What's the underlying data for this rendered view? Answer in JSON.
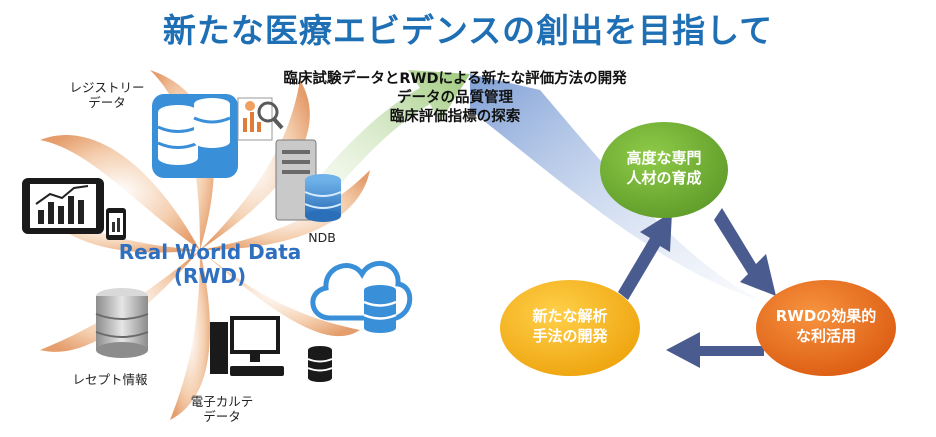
{
  "title": "新たな医療エビデンスの創出を目指して",
  "center_items": [
    "臨床試験データとRWDによる新たな評価方法の開発",
    "データの品質管理",
    "臨床評価指標の探索"
  ],
  "left": {
    "registry_line1": "レジストリー",
    "registry_line2": "データ",
    "ndb": "NDB",
    "rwd_line1": "Real World Data",
    "rwd_line2": "(RWD)",
    "receipt": "レセプト情報",
    "emr_line1": "電子カルテ",
    "emr_line2": "データ"
  },
  "cycle": {
    "top_line1": "高度な専門",
    "top_line2": "人材の育成",
    "left_line1": "新たな解析",
    "left_line2": "手法の開発",
    "right_line1": "RWDの効果的",
    "right_line2": "な利活用"
  },
  "colors": {
    "title": "#1f6fb5",
    "swirl": "#e8a978",
    "top_circle": "#7cb83a",
    "left_circle": "#f2b51a",
    "right_circle": "#e8731f",
    "arrow": "#4a5b8f",
    "rwd_text": "#2e6fc0"
  }
}
